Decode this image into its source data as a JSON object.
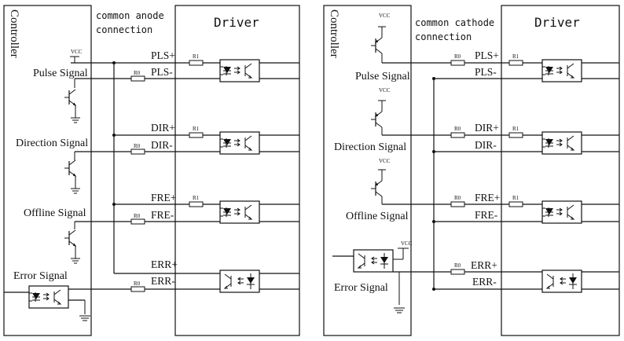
{
  "left_panel": {
    "controller_label": "Controller",
    "connection_title": [
      "common anode",
      "connection"
    ],
    "driver_label": "Driver",
    "vcc_label": "VCC",
    "channels": [
      {
        "signal": "Pulse Signal",
        "pin_plus": "PLS+",
        "pin_minus": "PLS-",
        "r1": "R1",
        "r0": "R0"
      },
      {
        "signal": "Direction Signal",
        "pin_plus": "DIR+",
        "pin_minus": "DIR-",
        "r1": "R1",
        "r0": "R0"
      },
      {
        "signal": "Offline Signal",
        "pin_plus": "FRE+",
        "pin_minus": "FRE-",
        "r1": "R1",
        "r0": "R0"
      },
      {
        "signal": "Error Signal",
        "pin_plus": "ERR+",
        "pin_minus": "ERR-",
        "r0": "R0"
      }
    ]
  },
  "right_panel": {
    "controller_label": "Controller",
    "connection_title": [
      "common cathode",
      "connection"
    ],
    "driver_label": "Driver",
    "vcc_label": "VCC",
    "channels": [
      {
        "signal": "Pulse Signal",
        "pin_plus": "PLS+",
        "pin_minus": "PLS-",
        "r1": "R1",
        "r0": "R0"
      },
      {
        "signal": "Direction Signal",
        "pin_plus": "DIR+",
        "pin_minus": "DIR-",
        "r1": "R1",
        "r0": "R0"
      },
      {
        "signal": "Offline Signal",
        "pin_plus": "FRE+",
        "pin_minus": "FRE-",
        "r1": "R1",
        "r0": "R0"
      },
      {
        "signal": "Error Signal",
        "pin_plus": "ERR+",
        "pin_minus": "ERR-",
        "r0": "R0",
        "vcc_label": "VCC"
      }
    ]
  }
}
